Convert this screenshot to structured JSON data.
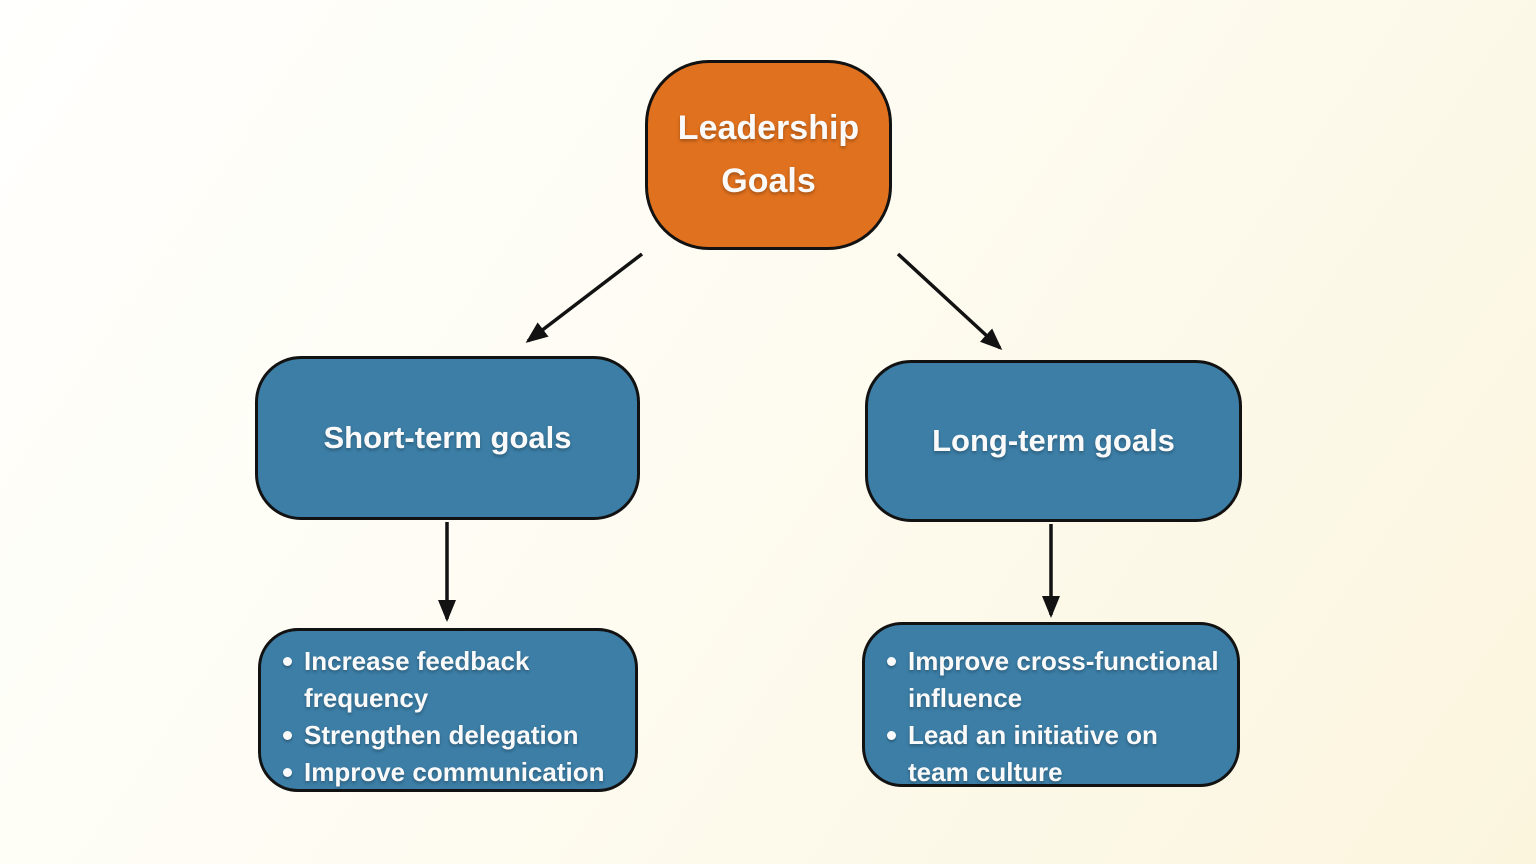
{
  "diagram": {
    "root": {
      "label": "Leadership Goals"
    },
    "branches": [
      {
        "label": "Short-term goals",
        "items": [
          "Increase feedback frequency",
          "Strengthen delegation",
          "Improve communication"
        ]
      },
      {
        "label": "Long-term goals",
        "items": [
          "Improve cross-functional influence",
          "Lead an initiative on team culture"
        ]
      }
    ],
    "colors": {
      "root_fill": "#E0711E",
      "branch_fill": "#3C7EA6",
      "outline": "#121212",
      "arrow": "#121212",
      "node_text": "#FAFAFA",
      "background_start": "#FFFFFD",
      "background_end": "#FBF5DE"
    }
  }
}
